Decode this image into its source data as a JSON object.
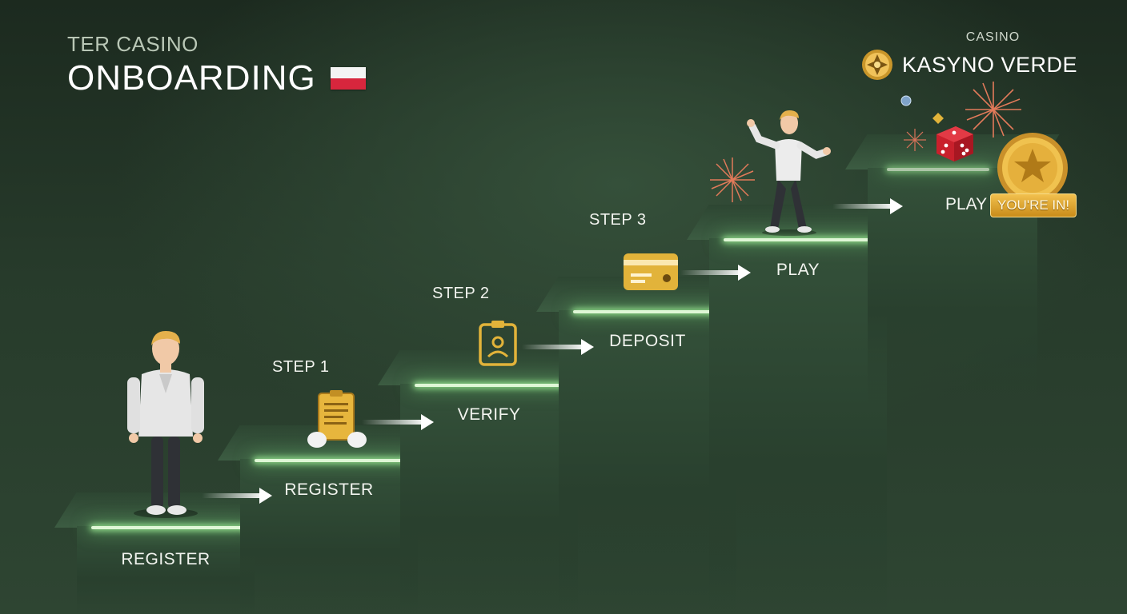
{
  "header": {
    "subtitle": "TER CASINO",
    "title": "ONBOARDING"
  },
  "brand": {
    "caption": "CASINO",
    "name": "KASYNO VERDE"
  },
  "steps": [
    {
      "label": "REGISTER"
    },
    {
      "label": "REGISTER",
      "tag": "STEP 1"
    },
    {
      "label": "VERIFY",
      "tag": "STEP 2"
    },
    {
      "label": "DEPOSIT",
      "tag": "STEP 3"
    },
    {
      "label": "PLAY"
    },
    {
      "label": "PLAY",
      "badge": "YOU'RE IN!"
    }
  ],
  "colors": {
    "accent_glow": "#dff7d6",
    "gold": "#e2b33a",
    "flag_red": "#d7263d"
  },
  "icons": [
    "person-figure-icon",
    "document-icon",
    "id-badge-icon",
    "credit-card-icon",
    "celebrating-figure-icon",
    "fireworks-icon",
    "dice-icon",
    "gold-star-coin-icon",
    "casino-logo-icon"
  ]
}
